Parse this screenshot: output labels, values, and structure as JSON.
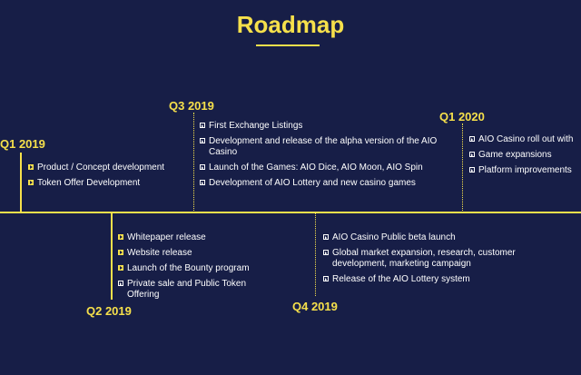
{
  "title": "Roadmap",
  "colors": {
    "background": "#171e47",
    "accent": "#f6e04b",
    "text": "#ffffff"
  },
  "milestones": {
    "q1_2019": {
      "label": "Q1 2019",
      "items": [
        "Product / Concept development",
        "Token Offer Development"
      ]
    },
    "q2_2019": {
      "label": "Q2 2019",
      "items": [
        "Whitepaper release",
        "Website release",
        "Launch of the Bounty program",
        "Private sale and Public Token Offering"
      ]
    },
    "q3_2019": {
      "label": "Q3 2019",
      "items": [
        "First Exchange Listings",
        "Development and release of the alpha version of the AIO Casino",
        "Launch of the Games: AIO Dice, AIO Moon, AIO Spin",
        "Development of AIO Lottery and new casino games"
      ]
    },
    "q4_2019": {
      "label": "Q4 2019",
      "items": [
        "AIO Casino Public beta launch",
        "Global market expansion, research, customer development, marketing campaign",
        "Release of the AIO Lottery system"
      ]
    },
    "q1_2020": {
      "label": "Q1 2020",
      "items": [
        "AIO Casino roll out with",
        "Game expansions",
        "Platform improvements"
      ]
    }
  }
}
